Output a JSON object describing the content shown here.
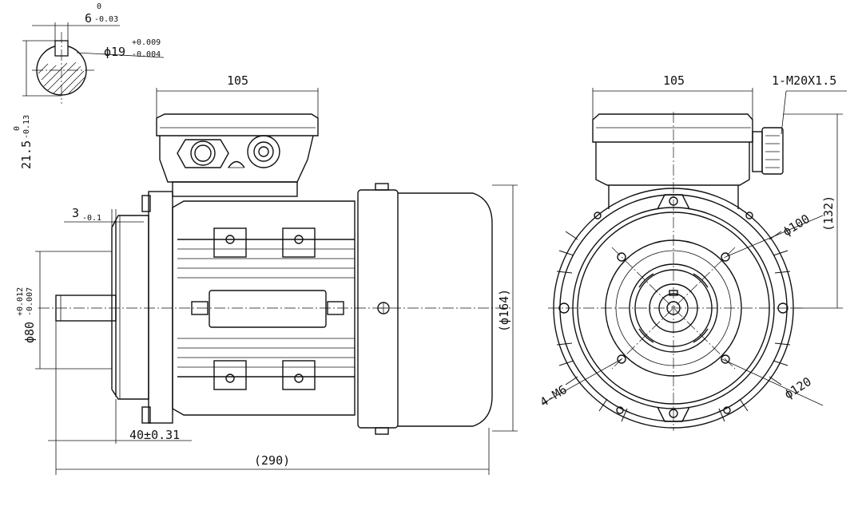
{
  "drawing": {
    "key_width": "6",
    "key_width_tol_upper": "0",
    "key_width_tol_lower": "-0.03",
    "shaft_diameter": "ϕ19",
    "shaft_diameter_tol_upper": "+0.009",
    "shaft_diameter_tol_lower": "-0.004",
    "key_depth": "21.5",
    "key_depth_tol_upper": "0",
    "key_depth_tol_lower": "-0.13",
    "flange_step": "3",
    "flange_step_tol": "-0.1",
    "spigot_diameter": "ϕ80",
    "spigot_tol_upper": "+0.012",
    "spigot_tol_lower": "-0.007",
    "terminal_box_width_side": "105",
    "terminal_box_width_end": "105",
    "cable_gland": "1-M20X1.5",
    "body_diameter": "(ϕ164)",
    "height_to_box": "(132)",
    "pcd_bolt": "ϕ100",
    "pcd_outer": "ϕ120",
    "bolt_holes": "4-M6",
    "shaft_length": "40±0.31",
    "overall_length": "(290)"
  }
}
